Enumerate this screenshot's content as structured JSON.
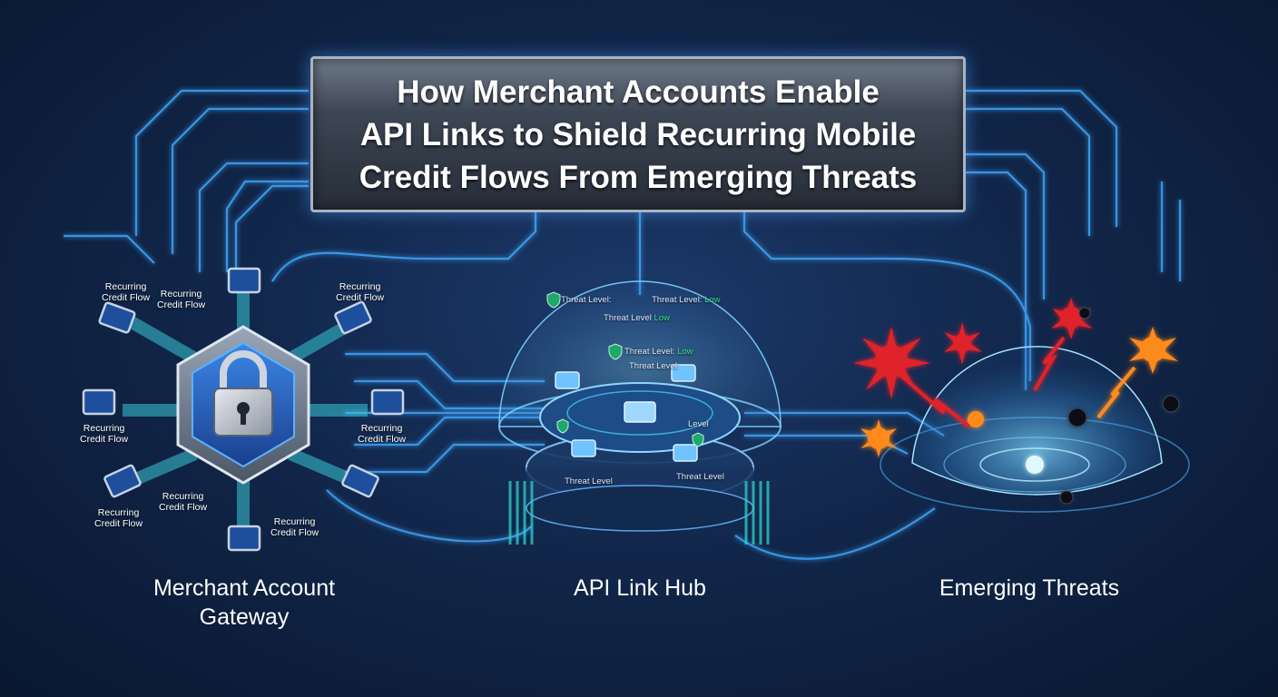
{
  "title": {
    "lines": [
      "How Merchant Accounts Enable",
      "API Links to Shield Recurring Mobile",
      "Credit Flows From Emerging Threats"
    ]
  },
  "gateway": {
    "label_line1": "Merchant Account",
    "label_line2": "Gateway",
    "device_labels": [
      {
        "line1": "Recurring",
        "line2": "Credit Flow"
      },
      {
        "line1": "Recurring",
        "line2": "Credit Flow"
      },
      {
        "line1": "Recurring",
        "line2": "Credit Flow"
      },
      {
        "line1": "Recurring",
        "line2": "Credit Flow"
      },
      {
        "line1": "Recurring",
        "line2": "Credit Flow"
      },
      {
        "line1": "Recurring",
        "line2": "Credit Flow"
      },
      {
        "line1": "Recurring",
        "line2": "Credit Flow"
      },
      {
        "line1": "Recurring",
        "line2": "Credit Flow"
      }
    ],
    "icon": "padlock-icon"
  },
  "hub": {
    "label": "API Link Hub",
    "threat_prefix": "Threat Level:",
    "threat_value": "Low",
    "threat_text_a": "Threat Level",
    "threat_text_b": "Threat Level",
    "threat_text_c": "Threat Level:",
    "threat_text_d": "Level",
    "threat_text_e": "Threat Level",
    "icon": "shield-check-icon"
  },
  "threats": {
    "label": "Emerging Threats",
    "icon": "virus-burst-icon"
  },
  "colors": {
    "background": "#11264a",
    "circuit_glow": "#3fa9ff",
    "hub_teal": "#2fd1c5",
    "threat_red": "#e0202a",
    "threat_orange": "#ff8a1a",
    "threat_level_low": "#2fe08a"
  }
}
